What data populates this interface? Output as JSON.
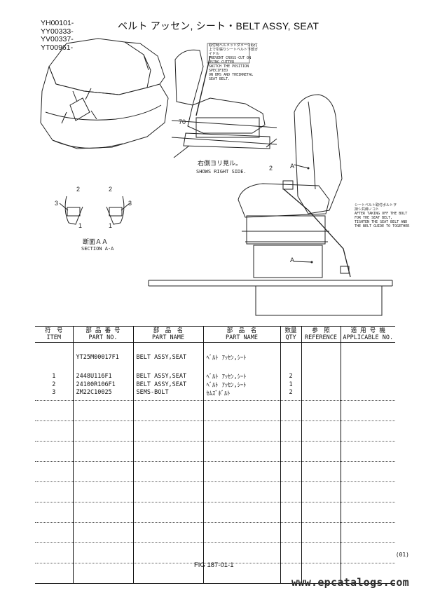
{
  "header": {
    "serials": [
      "YH00101-",
      "YY00333-",
      "YV00337-",
      "YT00961-"
    ],
    "title": "ベルト アッセン, シート・BELT ASSY, SEAT"
  },
  "callouts": {
    "top_note": "取付時ヘルメットダメージ取付上で引張りシートベルト下部ガイドル\nPREVENT CROSS-CUT ON USING CUTTER\nSWITCH THE POSITION SPECIFIED\nON BMS AND THEIRNETAL SEAT BELT.",
    "right_side_jp": "右側ヨリ見ル。",
    "right_side_en": "SHOWS RIGHT SIDE.",
    "section_jp": "断面ＡＡ",
    "section_en": "SECTION A-A",
    "right_note": "シートベルト取付ボルトヲ\n持シ共締ノコト\nAFTER TAKING OFF THE BOLT\nFOR THE SEAT BELT,\nTIGHTEN THE SEAT BELT AND\nTHE BELT GUIDE TO TOGETHER",
    "label_a": "A",
    "num_1": "1",
    "num_2": "2",
    "num_3": "3",
    "num_70": "70"
  },
  "table": {
    "headers": [
      {
        "jp": "符　号",
        "en": "ITEM"
      },
      {
        "jp": "部 品 番 号",
        "en": "PART NO."
      },
      {
        "jp": "部　品　名",
        "en": "PART NAME"
      },
      {
        "jp": "部　品　名",
        "en": "PART NAME"
      },
      {
        "jp": "数量",
        "en": "QTY"
      },
      {
        "jp": "参　照",
        "en": "REFERENCE"
      },
      {
        "jp": "適 用 号 機",
        "en": "APPLICABLE NO."
      }
    ],
    "assembly": {
      "item": "",
      "part_no": "YT25M00017F1",
      "name_en": "BELT ASSY,SEAT",
      "name_jp": "ﾍﾞﾙﾄ ｱｯｾﾝ,ｼｰﾄ",
      "qty": "",
      "ref": "",
      "applicable": ""
    },
    "rows": [
      {
        "item": "1",
        "part_no": "2448U116F1",
        "name_en": "BELT ASSY,SEAT",
        "name_jp": "ﾍﾞﾙﾄ ｱｯｾﾝ,ｼｰﾄ",
        "qty": "2",
        "ref": "",
        "applicable": ""
      },
      {
        "item": "2",
        "part_no": "24100R106F1",
        "name_en": "BELT ASSY,SEAT",
        "name_jp": "ﾍﾞﾙﾄ ｱｯｾﾝ,ｼｰﾄ",
        "qty": "1",
        "ref": "",
        "applicable": ""
      },
      {
        "item": "3",
        "part_no": "ZM22C10025",
        "name_en": "SEMS-BOLT",
        "name_jp": "ｾﾑｽﾞﾎﾞﾙﾄ",
        "qty": "2",
        "ref": "",
        "applicable": ""
      }
    ]
  },
  "footer": {
    "page_code": "(01)",
    "figure": "FIG 187-01-1",
    "watermark": "www.epcatalogs.com"
  }
}
